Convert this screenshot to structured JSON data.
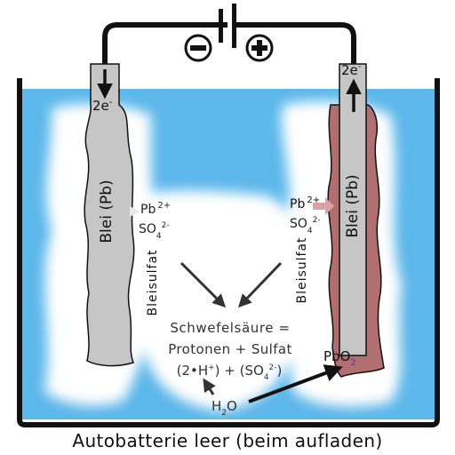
{
  "colors": {
    "water": "#5cb7ea",
    "electrode_pb": "#c6c6c6",
    "lead_oxide": "#b26f6f",
    "ion_arrow": "#d9a3a3",
    "white_mist": "#ffffff",
    "outline": "#111111",
    "text": "#222222",
    "sub_purple": "#6a2aa8"
  },
  "terminals": {
    "minus_symbol": "−",
    "plus_symbol": "+"
  },
  "electrodes": {
    "left": {
      "label": "Blei (Pb)",
      "electrons": "2e",
      "electrons_sup": "-",
      "ion_main": "Pb",
      "ion_main_sup": "2+",
      "ion_second": "SO",
      "ion_second_sub": "4",
      "ion_second_sup": "2-",
      "deposit_label": "Bleisulfat"
    },
    "right": {
      "label": "Blei (Pb)",
      "electrons": "2e",
      "electrons_sup": "-",
      "ion_main": "Pb",
      "ion_main_sup": "2+",
      "ion_second": "SO",
      "ion_second_sub": "4",
      "ion_second_sup": "2-",
      "deposit_label": "Bleisulfat",
      "oxide_main": "PbO",
      "oxide_sub": "2"
    }
  },
  "electrolyte": {
    "line1": "Schwefelsäure =",
    "line2": "Protonen + Sulfat",
    "line3_a": "(2•H",
    "line3_a_sup": "+",
    "line3_b": ") + (SO",
    "line3_b_sub": "4",
    "line3_b_sup": "2-",
    "line3_c": ")",
    "water_main": "H",
    "water_sub": "2",
    "water_end": "O"
  },
  "caption": "Autobatterie leer (beim aufladen)"
}
